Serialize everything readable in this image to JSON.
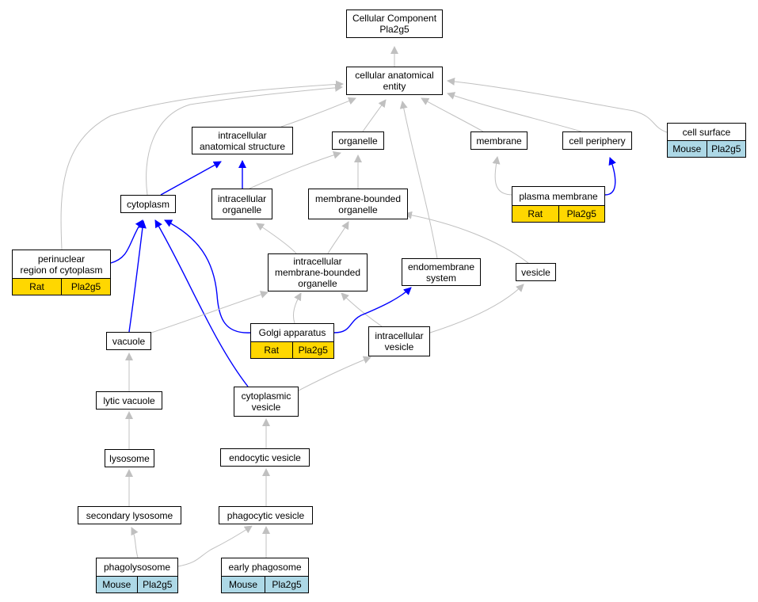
{
  "colors": {
    "is_a_edge": "#c0c0c0",
    "part_of_edge": "#0000ff",
    "rat": "#ffd700",
    "mouse": "#add8e6"
  },
  "nodes": [
    {
      "id": "root",
      "label": "Cellular Component\nPla2g5"
    },
    {
      "id": "cae",
      "label": "cellular anatomical\nentity"
    },
    {
      "id": "ias",
      "label": "intracellular\nanatomical structure"
    },
    {
      "id": "organelle",
      "label": "organelle"
    },
    {
      "id": "membrane",
      "label": "membrane"
    },
    {
      "id": "periphery",
      "label": "cell periphery"
    },
    {
      "id": "surface",
      "label": "cell surface",
      "annotations": {
        "species": "Mouse",
        "gene": "Pla2g5"
      }
    },
    {
      "id": "cytoplasm",
      "label": "cytoplasm"
    },
    {
      "id": "io",
      "label": "intracellular\norganelle"
    },
    {
      "id": "mbo",
      "label": "membrane-bounded\norganelle"
    },
    {
      "id": "pm",
      "label": "plasma membrane",
      "annotations": {
        "species": "Rat",
        "gene": "Pla2g5"
      }
    },
    {
      "id": "perinuclear",
      "label": "perinuclear\nregion of cytoplasm",
      "annotations": {
        "species": "Rat",
        "gene": "Pla2g5"
      }
    },
    {
      "id": "imbo",
      "label": "intracellular\nmembrane-bounded\norganelle"
    },
    {
      "id": "endomembrane",
      "label": "endomembrane\nsystem"
    },
    {
      "id": "vesicle",
      "label": "vesicle"
    },
    {
      "id": "vacuole",
      "label": "vacuole"
    },
    {
      "id": "golgi",
      "label": "Golgi apparatus",
      "annotations": {
        "species": "Rat",
        "gene": "Pla2g5"
      }
    },
    {
      "id": "iv",
      "label": "intracellular\nvesicle"
    },
    {
      "id": "lytic",
      "label": "lytic vacuole"
    },
    {
      "id": "cv",
      "label": "cytoplasmic\nvesicle"
    },
    {
      "id": "lysosome",
      "label": "lysosome"
    },
    {
      "id": "endocytic",
      "label": "endocytic vesicle"
    },
    {
      "id": "secondary",
      "label": "secondary lysosome"
    },
    {
      "id": "phagocytic",
      "label": "phagocytic vesicle"
    },
    {
      "id": "phagolysosome",
      "label": "phagolysosome",
      "annotations": {
        "species": "Mouse",
        "gene": "Pla2g5"
      }
    },
    {
      "id": "early",
      "label": "early phagosome",
      "annotations": {
        "species": "Mouse",
        "gene": "Pla2g5"
      }
    }
  ],
  "edges": [
    {
      "from": "cae",
      "to": "root",
      "type": "is_a"
    },
    {
      "from": "ias",
      "to": "cae",
      "type": "is_a"
    },
    {
      "from": "organelle",
      "to": "cae",
      "type": "is_a"
    },
    {
      "from": "membrane",
      "to": "cae",
      "type": "is_a"
    },
    {
      "from": "periphery",
      "to": "cae",
      "type": "is_a"
    },
    {
      "from": "surface",
      "to": "cae",
      "type": "is_a"
    },
    {
      "from": "cytoplasm",
      "to": "cae",
      "type": "is_a"
    },
    {
      "from": "perinuclear",
      "to": "cae",
      "type": "is_a"
    },
    {
      "from": "endomembrane",
      "to": "cae",
      "type": "is_a"
    },
    {
      "from": "cytoplasm",
      "to": "ias",
      "type": "part_of"
    },
    {
      "from": "io",
      "to": "ias",
      "type": "part_of"
    },
    {
      "from": "io",
      "to": "organelle",
      "type": "is_a"
    },
    {
      "from": "mbo",
      "to": "organelle",
      "type": "is_a"
    },
    {
      "from": "pm",
      "to": "membrane",
      "type": "is_a"
    },
    {
      "from": "pm",
      "to": "periphery",
      "type": "part_of"
    },
    {
      "from": "perinuclear",
      "to": "cytoplasm",
      "type": "part_of"
    },
    {
      "from": "vacuole",
      "to": "cytoplasm",
      "type": "part_of"
    },
    {
      "from": "golgi",
      "to": "cytoplasm",
      "type": "part_of"
    },
    {
      "from": "cv",
      "to": "cytoplasm",
      "type": "part_of"
    },
    {
      "from": "imbo",
      "to": "io",
      "type": "is_a"
    },
    {
      "from": "imbo",
      "to": "mbo",
      "type": "is_a"
    },
    {
      "from": "vesicle",
      "to": "mbo",
      "type": "is_a"
    },
    {
      "from": "vacuole",
      "to": "imbo",
      "type": "is_a"
    },
    {
      "from": "golgi",
      "to": "imbo",
      "type": "is_a"
    },
    {
      "from": "iv",
      "to": "imbo",
      "type": "is_a"
    },
    {
      "from": "golgi",
      "to": "endomembrane",
      "type": "part_of"
    },
    {
      "from": "iv",
      "to": "vesicle",
      "type": "is_a"
    },
    {
      "from": "lytic",
      "to": "vacuole",
      "type": "is_a"
    },
    {
      "from": "cv",
      "to": "iv",
      "type": "is_a"
    },
    {
      "from": "lysosome",
      "to": "lytic",
      "type": "is_a"
    },
    {
      "from": "endocytic",
      "to": "cv",
      "type": "is_a"
    },
    {
      "from": "secondary",
      "to": "lysosome",
      "type": "is_a"
    },
    {
      "from": "phagocytic",
      "to": "endocytic",
      "type": "is_a"
    },
    {
      "from": "phagolysosome",
      "to": "secondary",
      "type": "is_a"
    },
    {
      "from": "phagolysosome",
      "to": "phagocytic",
      "type": "is_a"
    },
    {
      "from": "early",
      "to": "phagocytic",
      "type": "is_a"
    }
  ]
}
